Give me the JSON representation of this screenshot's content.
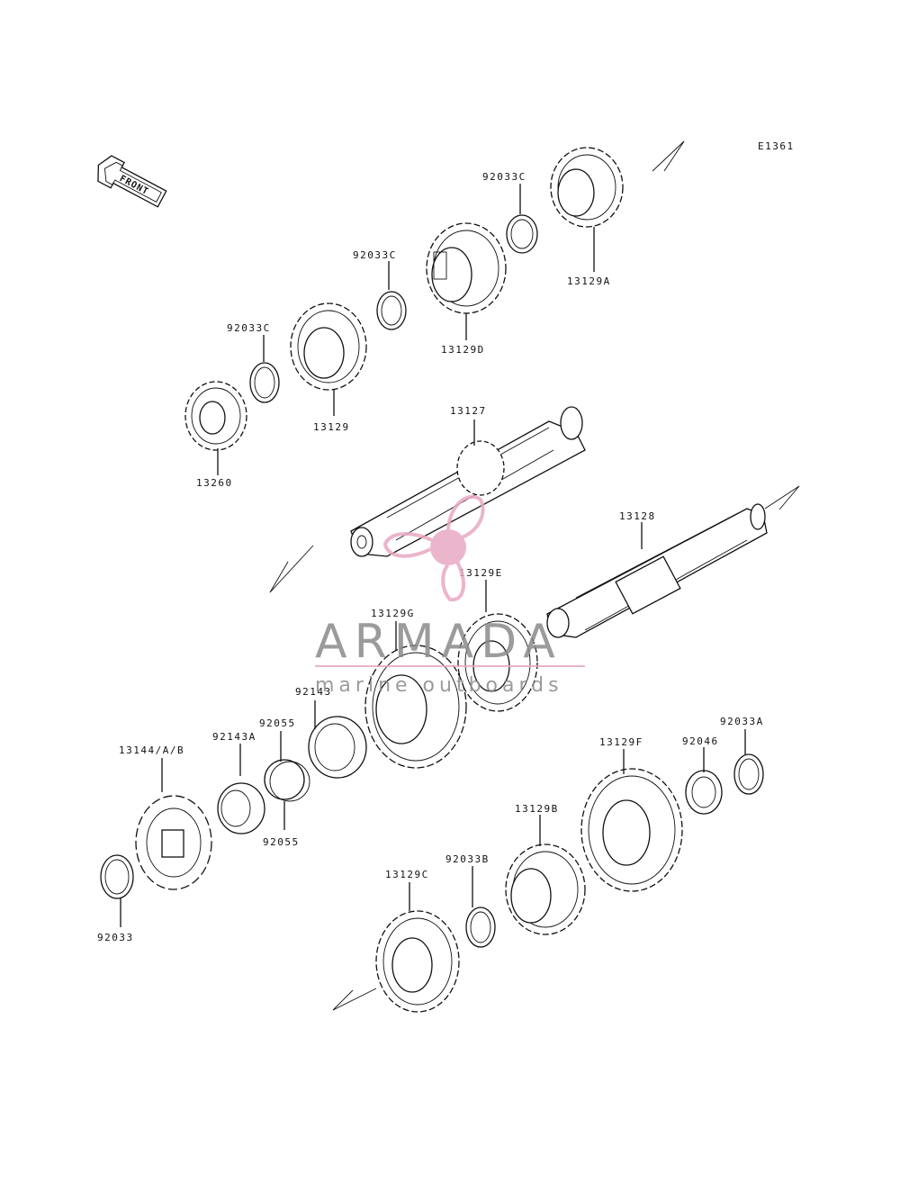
{
  "diagram": {
    "code": "E1361",
    "front_label": "FRONT",
    "labels": {
      "c92033c_3": "92033C",
      "p13129a": "13129A",
      "c92033c_2": "92033C",
      "p13129d": "13129D",
      "c92033c_1": "92033C",
      "p13129": "13129",
      "p13260": "13260",
      "p13127": "13127",
      "p13128": "13128",
      "p13129e": "13129E",
      "p13129g": "13129G",
      "p92143": "92143",
      "p92055a": "92055",
      "p92055b": "92055",
      "p92143a": "92143A",
      "p13144": "13144/A/B",
      "p92033": "92033",
      "p13129f": "13129F",
      "p92046": "92046",
      "p92033a": "92033A",
      "p13129b": "13129B",
      "p92033b": "92033B",
      "p13129c": "13129C"
    }
  },
  "watermark": {
    "brand": "ARMADA",
    "tagline": "marine outboards",
    "color": "#e8a9c2",
    "text_color": "#8a8a8a"
  }
}
